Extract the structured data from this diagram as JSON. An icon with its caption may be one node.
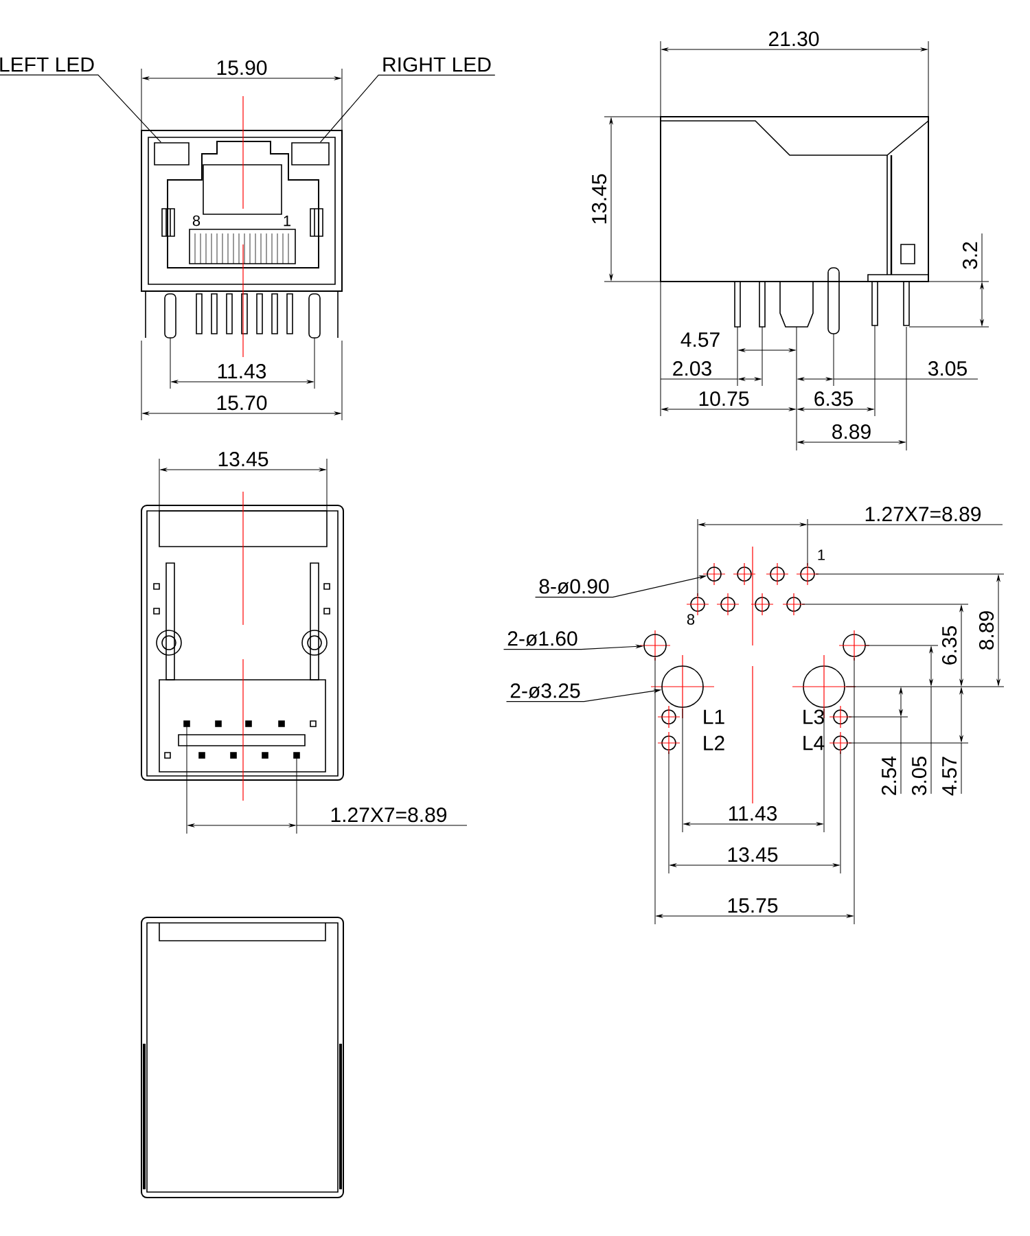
{
  "diagram": {
    "nodes": [
      {
        "text": [
          "LEFT LED"
        ]
      },
      {
        "text": [],
        "shape": "box"
      },
      {
        "text": [
          "RIGHT LED"
        ]
      },
      {
        "text": [],
        "shape": "box"
      },
      {
        "text": [
          "8-ø0.90"
        ]
      },
      {
        "text": [],
        "shape": "circle"
      },
      {
        "text": [
          "2-ø1.60"
        ]
      },
      {
        "text": [],
        "shape": "circle"
      },
      {
        "text": [
          "2-ø3.25"
        ]
      },
      {
        "text": [],
        "shape": "circle"
      }
    ],
    "edges": [
      {
        "from": 0,
        "to": 1,
        "arrow": "none"
      },
      {
        "from": 2,
        "to": 3,
        "arrow": "none"
      },
      {
        "from": 4,
        "to": 5,
        "arrow": "to"
      },
      {
        "from": 6,
        "to": 7,
        "arrow": "to"
      },
      {
        "from": 8,
        "to": 9,
        "arrow": "to"
      }
    ],
    "labels": [
      "15.90",
      "8",
      "1",
      "11.43",
      "15.70",
      "21.30",
      "13.45",
      "3.2",
      "4.57",
      "2.03",
      "3.05",
      "10.75",
      "6.35",
      "8.89",
      "13.45",
      "1.27X7=8.89",
      "1.27X7=8.89",
      "1",
      "8",
      "6.35",
      "8.89",
      "L1",
      "L3",
      "L2",
      "L4",
      "2.54",
      "3.05",
      "4.57",
      "11.43",
      "13.45",
      "15.75"
    ]
  }
}
